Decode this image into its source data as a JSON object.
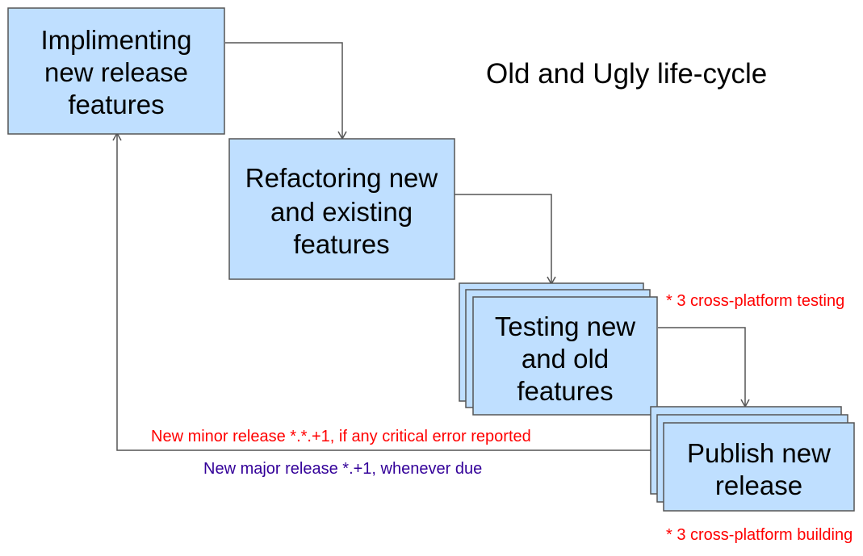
{
  "title": "Old and Ugly life-cycle",
  "colors": {
    "box_fill": "#bfdfff",
    "box_stroke": "#555555",
    "note_red": "#ff0000",
    "note_blue": "#330099"
  },
  "steps": {
    "implementing": [
      "Implimenting",
      "new release",
      "features"
    ],
    "refactoring": [
      "Refactoring new",
      "and existing",
      "features"
    ],
    "testing": [
      "Testing new",
      "and old",
      "features"
    ],
    "publish": [
      "Publish new",
      "release"
    ]
  },
  "notes": {
    "testing_note": "* 3 cross-platform testing",
    "building_note": "* 3 cross-platform building",
    "minor_release": "New minor release *.*.+1, if any critical error reported",
    "major_release": "New major release *.+1, whenever due"
  }
}
